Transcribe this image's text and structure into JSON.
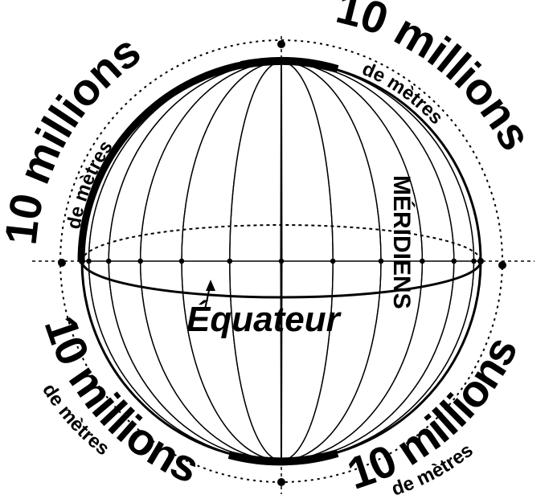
{
  "labels": {
    "quadrant_big": "10 millions",
    "quadrant_small": "de mètres",
    "equator": "Équateur",
    "meridians": "MÉRIDIENS"
  },
  "colors": {
    "ink": "#000000",
    "background": "#ffffff"
  }
}
